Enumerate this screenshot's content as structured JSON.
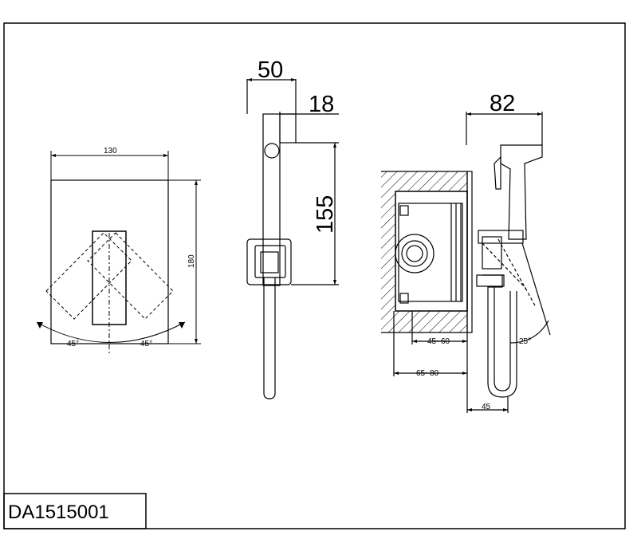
{
  "title_block": {
    "model_code": "DA1515001"
  },
  "front_view": {
    "width_label": "130",
    "height_label": "180",
    "angle_left_label": "45°",
    "angle_right_label": "45°"
  },
  "side_view": {
    "depth_label": "50",
    "offset_label": "18",
    "height_label": "155"
  },
  "install_view": {
    "width_label": "82",
    "range_inner_label": "45~60",
    "range_outer_label": "65~80",
    "hose_width_label": "45",
    "angle_label": "25°"
  }
}
